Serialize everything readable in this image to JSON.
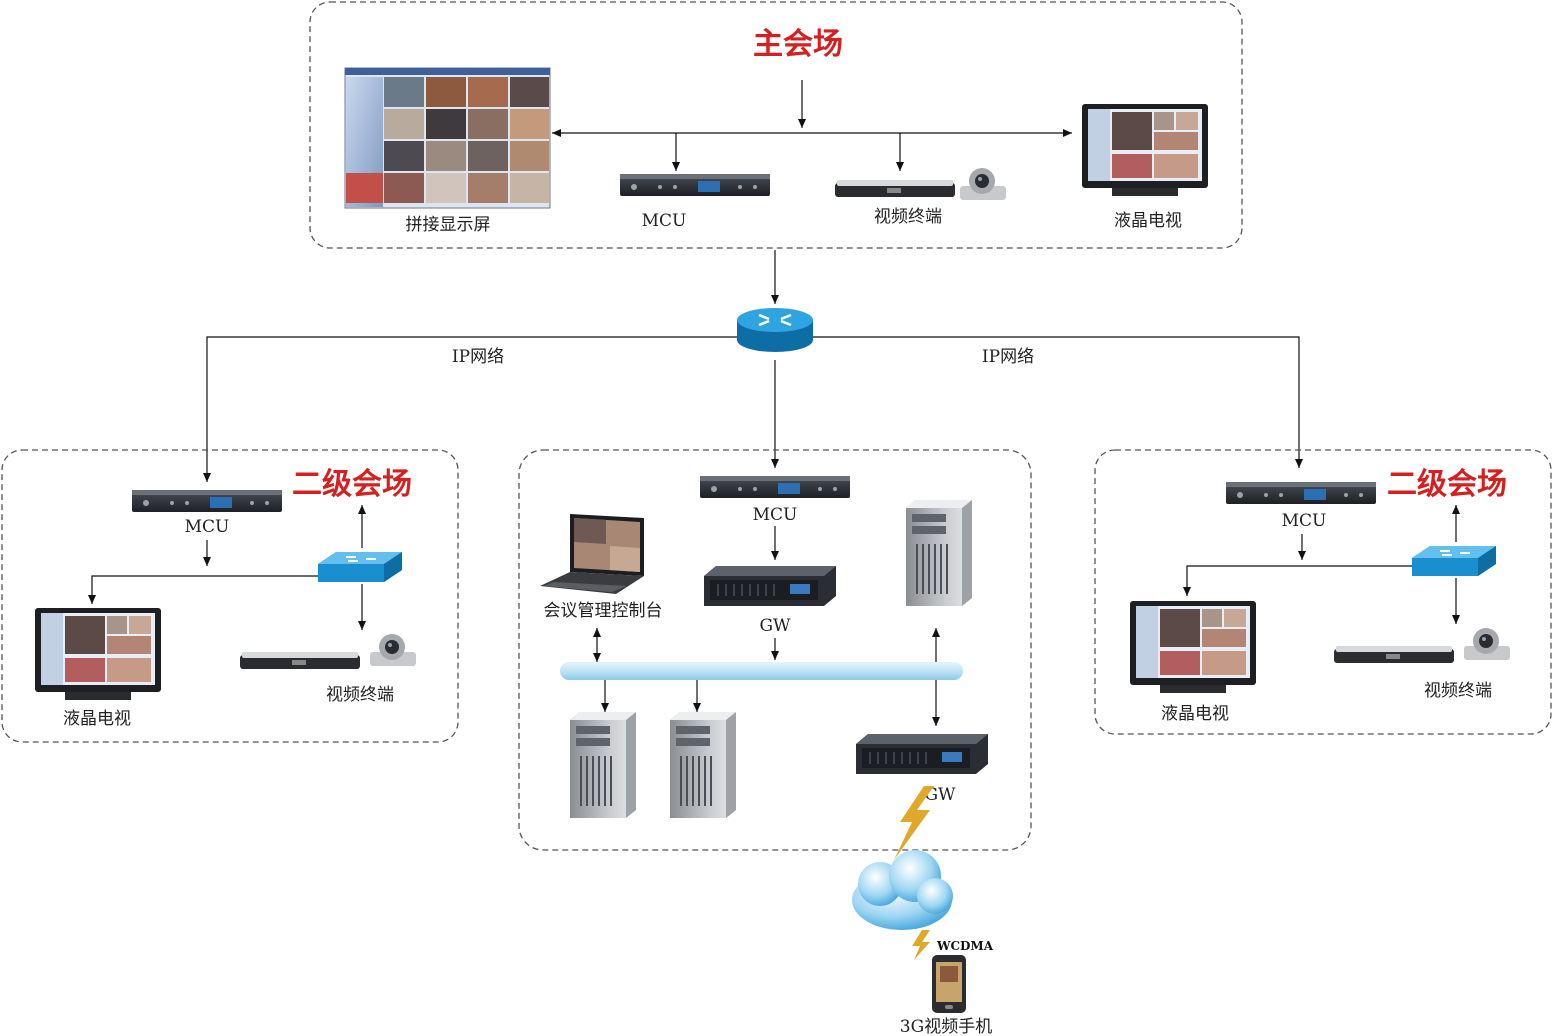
{
  "colors": {
    "title_red": "#d42020",
    "network_blue": "#1a8fd0",
    "bus_blue": "#bfe3f5",
    "device_dark": "#2b2b2b",
    "lightning": "#e0a82a"
  },
  "zones": {
    "main": {
      "title": "主会场"
    },
    "left": {
      "title": "二级会场"
    },
    "right": {
      "title": "二级会场"
    },
    "center": {
      "title": ""
    }
  },
  "labels": {
    "splice_screen": "拼接显示屏",
    "mcu": "MCU",
    "video_terminal": "视频终端",
    "lcd_tv": "液晶电视",
    "ip_network": "IP网络",
    "console": "会议管理控制台",
    "gw": "GW",
    "wcdma": "WCDMA",
    "phone": "3G视频手机"
  },
  "icons": [
    "video-wall-icon",
    "mcu-icon",
    "video-terminal-icon",
    "camera-icon",
    "lcd-tv-icon",
    "router-icon",
    "switch-icon",
    "server-icon",
    "laptop-icon",
    "gateway-icon",
    "cloud-icon",
    "lightning-icon",
    "phone-icon"
  ]
}
